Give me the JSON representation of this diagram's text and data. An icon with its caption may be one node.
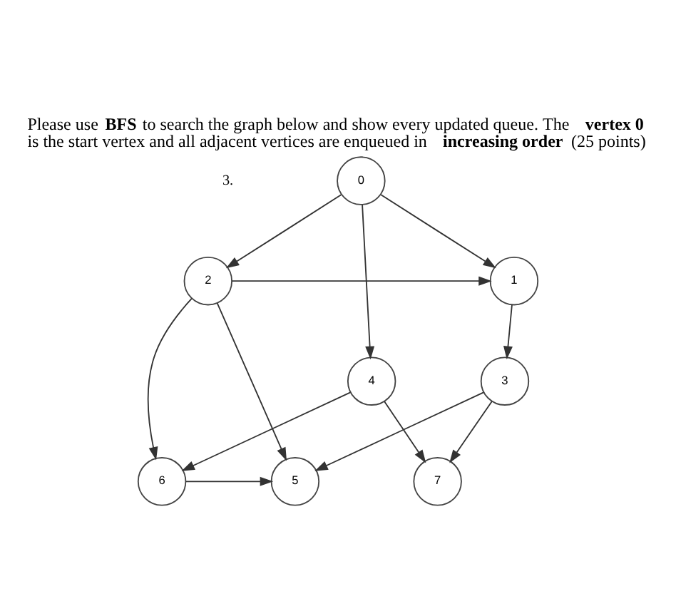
{
  "diagram": {
    "title": "Please use **BFS** to search the graph below and show every updated queue. The **vertex 0** is the start vertex and all adjacent vertices are enqueued in **increasing order** (25 points)",
    "nodes": [
      {
        "text": [
          "0"
        ]
      },
      {
        "text": [
          "1"
        ]
      },
      {
        "text": [
          "2"
        ]
      },
      {
        "text": [
          "3"
        ]
      },
      {
        "text": [
          "4"
        ]
      },
      {
        "text": [
          "5"
        ]
      },
      {
        "text": [
          "6"
        ]
      },
      {
        "text": [
          "7"
        ]
      }
    ],
    "edges": [
      {
        "from": 0,
        "to": 1,
        "arrow": "to"
      },
      {
        "from": 0,
        "to": 2,
        "arrow": "to"
      },
      {
        "from": 0,
        "to": 4,
        "arrow": "to"
      },
      {
        "from": 2,
        "to": 1,
        "arrow": "to"
      },
      {
        "from": 2,
        "to": 5,
        "arrow": "to"
      },
      {
        "from": 2,
        "to": 6,
        "arrow": "to"
      },
      {
        "from": 1,
        "to": 3,
        "arrow": "to"
      },
      {
        "from": 3,
        "to": 5,
        "arrow": "to"
      },
      {
        "from": 3,
        "to": 7,
        "arrow": "to"
      },
      {
        "from": 4,
        "to": 6,
        "arrow": "to"
      },
      {
        "from": 4,
        "to": 7,
        "arrow": "to"
      },
      {
        "from": 6,
        "to": 5,
        "arrow": "to"
      }
    ],
    "labels": [
      "3."
    ]
  }
}
